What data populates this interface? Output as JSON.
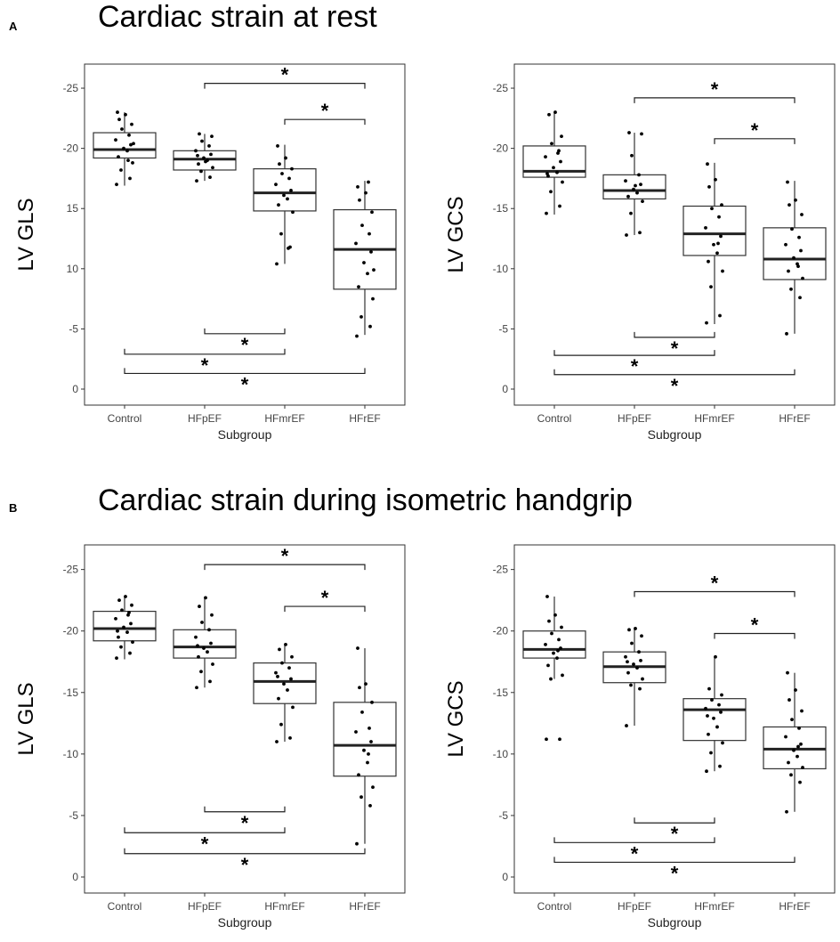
{
  "panels": [
    {
      "letter": "A",
      "title": "Cardiac strain at rest"
    },
    {
      "letter": "B",
      "title": "Cardiac strain during isometric handgrip"
    }
  ],
  "axis_common": {
    "xlabel": "Subgroup",
    "categories": [
      "Control",
      "HFpEF",
      "HFmrEF",
      "HFrEF"
    ],
    "y_ticks": [
      0,
      -5,
      -10,
      -15,
      -20,
      -25
    ],
    "sig_marker": "*"
  },
  "chart_data": [
    {
      "type": "box",
      "panel": "A",
      "ylabel": "LV GLS",
      "xlabel": "Subgroup",
      "categories": [
        "Control",
        "HFpEF",
        "HFmrEF",
        "HFrEF"
      ],
      "y_tick_labels": [
        "0",
        "-5",
        "10",
        "15",
        "-20",
        "-25"
      ],
      "ylim": [
        0,
        -27
      ],
      "reversed_y": true,
      "boxes": [
        {
          "q1": -19.2,
          "median": -19.9,
          "q3": -21.3,
          "whisker_low": -16.9,
          "whisker_high": -23.0
        },
        {
          "q1": -18.2,
          "median": -19.1,
          "q3": -19.8,
          "whisker_low": -17.3,
          "whisker_high": -21.2
        },
        {
          "q1": -14.8,
          "median": -16.3,
          "q3": -18.3,
          "whisker_low": -10.4,
          "whisker_high": -20.3
        },
        {
          "q1": -8.3,
          "median": -11.6,
          "q3": -14.9,
          "whisker_low": -4.5,
          "whisker_high": -17.3
        }
      ],
      "points": [
        [
          -17.0,
          -17.5,
          -18.2,
          -18.8,
          -19.3,
          -19.8,
          -20.0,
          -20.3,
          -20.7,
          -21.1,
          -21.6,
          -22.0,
          -22.4,
          -22.8,
          -23.0,
          -19.0,
          -20.4
        ],
        [
          -17.3,
          -17.6,
          -18.1,
          -18.4,
          -18.7,
          -19.0,
          -19.2,
          -19.5,
          -19.8,
          -20.2,
          -20.6,
          -21.0,
          -21.2,
          -18.9,
          -19.4
        ],
        [
          -10.4,
          -11.8,
          -12.9,
          -14.7,
          -15.3,
          -15.8,
          -16.1,
          -16.5,
          -17.0,
          -17.5,
          -17.9,
          -18.3,
          -18.7,
          -19.2,
          -20.2,
          -11.7
        ],
        [
          -4.4,
          -5.2,
          -6.0,
          -7.5,
          -8.5,
          -9.6,
          -10.5,
          -11.4,
          -12.1,
          -12.9,
          -13.6,
          -14.7,
          -15.7,
          -16.3,
          -16.8,
          -17.2,
          -9.9
        ]
      ],
      "brackets": [
        {
          "from": "HFpEF",
          "to": "HFrEF",
          "y": -25.4,
          "dir": "down",
          "label": "*"
        },
        {
          "from": "HFmrEF",
          "to": "HFrEF",
          "y": -22.4,
          "dir": "down",
          "label": "*"
        },
        {
          "from": "HFpEF",
          "to": "HFmrEF",
          "y": -4.6,
          "dir": "up",
          "label": "*"
        },
        {
          "from": "Control",
          "to": "HFmrEF",
          "y": -2.9,
          "dir": "up",
          "label": "*"
        },
        {
          "from": "Control",
          "to": "HFrEF",
          "y": -1.3,
          "dir": "up",
          "label": "*"
        }
      ]
    },
    {
      "type": "box",
      "panel": "A",
      "ylabel": "LV GCS",
      "xlabel": "Subgroup",
      "categories": [
        "Control",
        "HFpEF",
        "HFmrEF",
        "HFrEF"
      ],
      "y_tick_labels": [
        "0",
        "-5",
        "-10",
        "-15",
        "-20",
        "-25"
      ],
      "ylim": [
        0,
        -27
      ],
      "reversed_y": true,
      "boxes": [
        {
          "q1": -17.6,
          "median": -18.1,
          "q3": -20.2,
          "whisker_low": -14.5,
          "whisker_high": -23.0
        },
        {
          "q1": -15.8,
          "median": -16.5,
          "q3": -17.8,
          "whisker_low": -12.8,
          "whisker_high": -21.3
        },
        {
          "q1": -11.1,
          "median": -12.9,
          "q3": -15.2,
          "whisker_low": -5.4,
          "whisker_high": -18.8
        },
        {
          "q1": -9.1,
          "median": -10.8,
          "q3": -13.4,
          "whisker_low": -4.6,
          "whisker_high": -17.3
        }
      ],
      "points": [
        [
          -14.6,
          -15.2,
          -16.4,
          -17.2,
          -17.7,
          -18.0,
          -18.4,
          -18.9,
          -19.3,
          -19.8,
          -20.4,
          -21.0,
          -22.8,
          -23.0,
          -17.9,
          -19.6
        ],
        [
          -12.8,
          -13.0,
          -14.6,
          -15.6,
          -16.0,
          -16.3,
          -16.6,
          -17.0,
          -17.3,
          -17.8,
          -19.4,
          -21.2,
          -21.3,
          -16.9
        ],
        [
          -5.5,
          -6.1,
          -8.5,
          -9.8,
          -10.6,
          -11.3,
          -12.0,
          -12.7,
          -13.4,
          -14.3,
          -15.0,
          -15.3,
          -16.8,
          -17.4,
          -18.7,
          -12.1
        ],
        [
          -4.6,
          -7.6,
          -8.3,
          -9.2,
          -9.8,
          -10.4,
          -10.9,
          -11.5,
          -12.0,
          -12.6,
          -13.3,
          -14.5,
          -15.3,
          -15.7,
          -17.2,
          -10.2
        ]
      ],
      "brackets": [
        {
          "from": "HFpEF",
          "to": "HFrEF",
          "y": -24.2,
          "dir": "down",
          "label": "*"
        },
        {
          "from": "HFmrEF",
          "to": "HFrEF",
          "y": -20.8,
          "dir": "down",
          "label": "*"
        },
        {
          "from": "HFpEF",
          "to": "HFmrEF",
          "y": -4.3,
          "dir": "up",
          "label": "*"
        },
        {
          "from": "Control",
          "to": "HFmrEF",
          "y": -2.8,
          "dir": "up",
          "label": "*"
        },
        {
          "from": "Control",
          "to": "HFrEF",
          "y": -1.2,
          "dir": "up",
          "label": "*"
        }
      ]
    },
    {
      "type": "box",
      "panel": "B",
      "ylabel": "LV GLS",
      "xlabel": "Subgroup",
      "categories": [
        "Control",
        "HFpEF",
        "HFmrEF",
        "HFrEF"
      ],
      "y_tick_labels": [
        "0",
        "-5",
        "-10",
        "-15",
        "-20",
        "-25"
      ],
      "ylim": [
        0,
        -27
      ],
      "reversed_y": true,
      "boxes": [
        {
          "q1": -19.2,
          "median": -20.2,
          "q3": -21.6,
          "whisker_low": -17.7,
          "whisker_high": -22.8
        },
        {
          "q1": -17.8,
          "median": -18.7,
          "q3": -20.1,
          "whisker_low": -15.4,
          "whisker_high": -22.8
        },
        {
          "q1": -14.1,
          "median": -15.9,
          "q3": -17.4,
          "whisker_low": -11.0,
          "whisker_high": -19.0
        },
        {
          "q1": -8.2,
          "median": -10.7,
          "q3": -14.2,
          "whisker_low": -2.7,
          "whisker_high": -18.6
        }
      ],
      "points": [
        [
          -17.8,
          -18.2,
          -18.7,
          -19.1,
          -19.5,
          -19.9,
          -20.3,
          -20.6,
          -21.0,
          -21.5,
          -21.7,
          -22.1,
          -22.5,
          -22.8,
          -20.0,
          -21.3
        ],
        [
          -15.4,
          -15.9,
          -16.7,
          -17.3,
          -17.9,
          -18.3,
          -18.6,
          -19.0,
          -19.5,
          -20.1,
          -20.7,
          -21.3,
          -22.0,
          -22.7,
          -18.8
        ],
        [
          -11.0,
          -11.3,
          -12.4,
          -13.8,
          -14.5,
          -15.2,
          -15.7,
          -16.1,
          -16.6,
          -17.0,
          -17.4,
          -17.9,
          -18.5,
          -18.9,
          -16.3
        ],
        [
          -2.7,
          -5.8,
          -6.5,
          -7.3,
          -8.3,
          -9.3,
          -10.3,
          -11.0,
          -11.8,
          -12.1,
          -13.4,
          -14.2,
          -15.4,
          -15.7,
          -18.6,
          -10.0
        ]
      ],
      "brackets": [
        {
          "from": "HFpEF",
          "to": "HFrEF",
          "y": -25.4,
          "dir": "down",
          "label": "*"
        },
        {
          "from": "HFmrEF",
          "to": "HFrEF",
          "y": -22.0,
          "dir": "down",
          "label": "*"
        },
        {
          "from": "HFpEF",
          "to": "HFmrEF",
          "y": -5.3,
          "dir": "up",
          "label": "*"
        },
        {
          "from": "Control",
          "to": "HFmrEF",
          "y": -3.6,
          "dir": "up",
          "label": "*"
        },
        {
          "from": "Control",
          "to": "HFrEF",
          "y": -1.9,
          "dir": "up",
          "label": "*"
        }
      ]
    },
    {
      "type": "box",
      "panel": "B",
      "ylabel": "LV GCS",
      "xlabel": "Subgroup",
      "categories": [
        "Control",
        "HFpEF",
        "HFmrEF",
        "HFrEF"
      ],
      "y_tick_labels": [
        "0",
        "-5",
        "-10",
        "-15",
        "-20",
        "-25"
      ],
      "ylim": [
        0,
        -27
      ],
      "reversed_y": true,
      "boxes": [
        {
          "q1": -17.8,
          "median": -18.5,
          "q3": -20.0,
          "whisker_low": -16.1,
          "whisker_high": -22.8
        },
        {
          "q1": -15.8,
          "median": -17.1,
          "q3": -18.3,
          "whisker_low": -12.3,
          "whisker_high": -20.2
        },
        {
          "q1": -11.1,
          "median": -13.6,
          "q3": -14.5,
          "whisker_low": -8.6,
          "whisker_high": -17.9
        },
        {
          "q1": -8.8,
          "median": -10.4,
          "q3": -12.2,
          "whisker_low": -5.3,
          "whisker_high": -16.6
        }
      ],
      "points": [
        [
          -11.2,
          -11.2,
          -16.1,
          -16.4,
          -17.2,
          -17.8,
          -18.2,
          -18.6,
          -18.9,
          -19.3,
          -19.8,
          -20.3,
          -20.8,
          -21.3,
          -22.8,
          -18.4
        ],
        [
          -12.3,
          -15.3,
          -15.6,
          -16.1,
          -16.6,
          -17.0,
          -17.3,
          -17.6,
          -17.9,
          -18.3,
          -19.0,
          -19.6,
          -20.1,
          -20.2,
          -17.5
        ],
        [
          -8.6,
          -9.0,
          -10.1,
          -10.9,
          -11.6,
          -12.2,
          -12.9,
          -13.4,
          -13.7,
          -14.0,
          -14.4,
          -14.8,
          -15.3,
          -17.9,
          -13.1
        ],
        [
          -5.3,
          -7.7,
          -8.3,
          -8.9,
          -9.3,
          -9.8,
          -10.3,
          -10.8,
          -11.4,
          -12.1,
          -12.8,
          -13.5,
          -14.4,
          -15.2,
          -16.6,
          -10.6
        ]
      ],
      "brackets": [
        {
          "from": "HFpEF",
          "to": "HFrEF",
          "y": -23.2,
          "dir": "down",
          "label": "*"
        },
        {
          "from": "HFmrEF",
          "to": "HFrEF",
          "y": -19.8,
          "dir": "down",
          "label": "*"
        },
        {
          "from": "HFpEF",
          "to": "HFmrEF",
          "y": -4.4,
          "dir": "up",
          "label": "*"
        },
        {
          "from": "Control",
          "to": "HFmrEF",
          "y": -2.8,
          "dir": "up",
          "label": "*"
        },
        {
          "from": "Control",
          "to": "HFrEF",
          "y": -1.2,
          "dir": "up",
          "label": "*"
        }
      ]
    }
  ]
}
